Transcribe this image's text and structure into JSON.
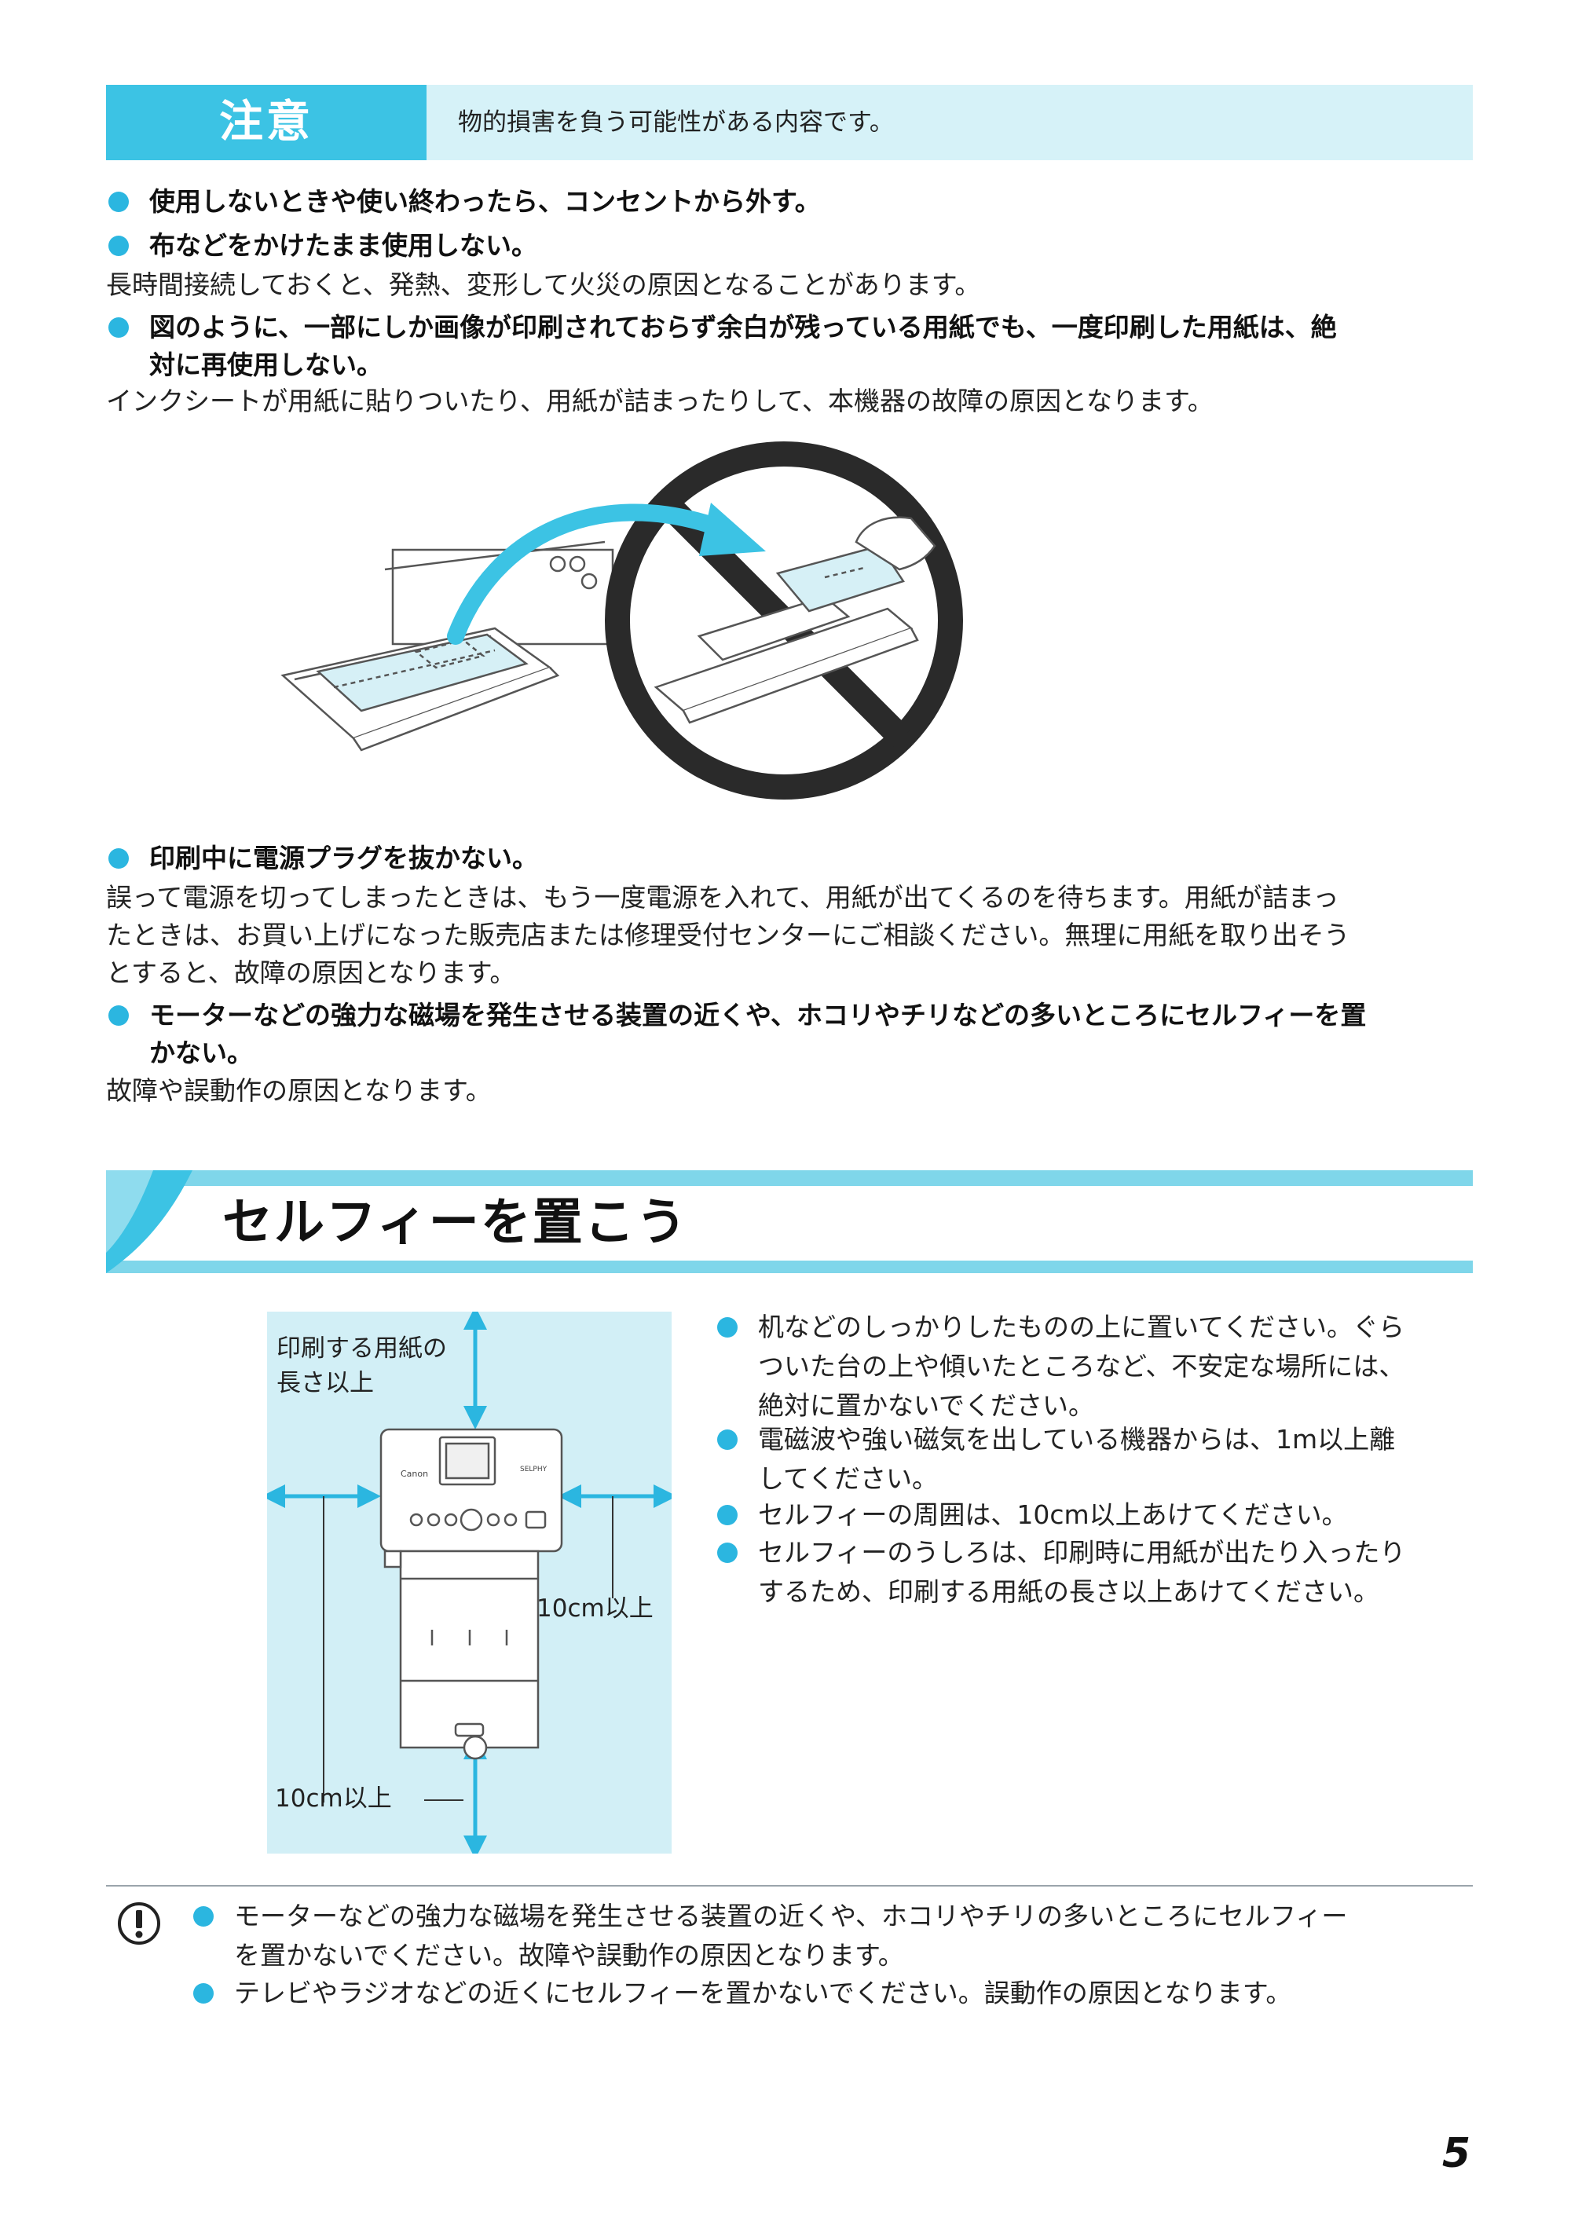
{
  "caution": {
    "label": "注意",
    "description": "物的損害を負う可能性がある内容です。"
  },
  "caution_items": [
    {
      "type": "bullet",
      "text": "使用しないときや使い終わったら、コンセントから外す。"
    },
    {
      "type": "bullet",
      "text": "布などをかけたまま使用しない。"
    },
    {
      "type": "body",
      "text": "長時間接続しておくと、発熱、変形して火災の原因となることがあります。"
    },
    {
      "type": "bullet",
      "text": "図のように、一部にしか画像が印刷されておらず余白が残っている用紙でも、一度印刷した用紙は、絶"
    },
    {
      "type": "cont",
      "text": "対に再使用しない。"
    },
    {
      "type": "body",
      "text": "インクシートが用紙に貼りついたり、用紙が詰まったりして、本機器の故障の原因となります。"
    }
  ],
  "caution_items_2": [
    {
      "type": "bullet",
      "text": "印刷中に電源プラグを抜かない。"
    },
    {
      "type": "body",
      "text": "誤って電源を切ってしまったときは、もう一度電源を入れて、用紙が出てくるのを待ちます。用紙が詰まっ"
    },
    {
      "type": "body",
      "text": "たときは、お買い上げになった販売店または修理受付センターにご相談ください。無理に用紙を取り出そう"
    },
    {
      "type": "body",
      "text": "とすると、故障の原因となります。"
    },
    {
      "type": "bullet",
      "text": "モーターなどの強力な磁場を発生させる装置の近くや、ホコリやチリなどの多いところにセルフィーを置"
    },
    {
      "type": "cont",
      "text": "かない。"
    },
    {
      "type": "body",
      "text": "故障や誤動作の原因となります。"
    }
  ],
  "section": {
    "title": "セルフィーを置こう"
  },
  "diagram": {
    "label_paper_line1": "印刷する用紙の",
    "label_paper_line2": "長さ以上",
    "label_side": "10cm以上",
    "label_front": "10cm以上",
    "brand": "Canon",
    "model": "SELPHY"
  },
  "placement_items": [
    {
      "lines": [
        "机などのしっかりしたものの上に置いてください。ぐら",
        "ついた台の上や傾いたところなど、不安定な場所には、",
        "絶対に置かないでください。"
      ]
    },
    {
      "lines": [
        "電磁波や強い磁気を出している機器からは、1m以上離",
        "してください。"
      ]
    },
    {
      "lines": [
        "セルフィーの周囲は、10cm以上あけてください。"
      ]
    },
    {
      "lines": [
        "セルフィーのうしろは、印刷時に用紙が出たり入ったり",
        "するため、印刷する用紙の長さ以上あけてください。"
      ]
    }
  ],
  "notes": [
    {
      "lines": [
        "モーターなどの強力な磁場を発生させる装置の近くや、ホコリやチリの多いところにセルフィー",
        "を置かないでください。故障や誤動作の原因となります。"
      ]
    },
    {
      "lines": [
        "テレビやラジオなどの近くにセルフィーを置かないでください。誤動作の原因となります。"
      ]
    }
  ],
  "page_number": "5",
  "colors": {
    "accent": "#3cc3e4",
    "accent_light": "#d6f2f8",
    "bullet": "#2bb6e0"
  }
}
